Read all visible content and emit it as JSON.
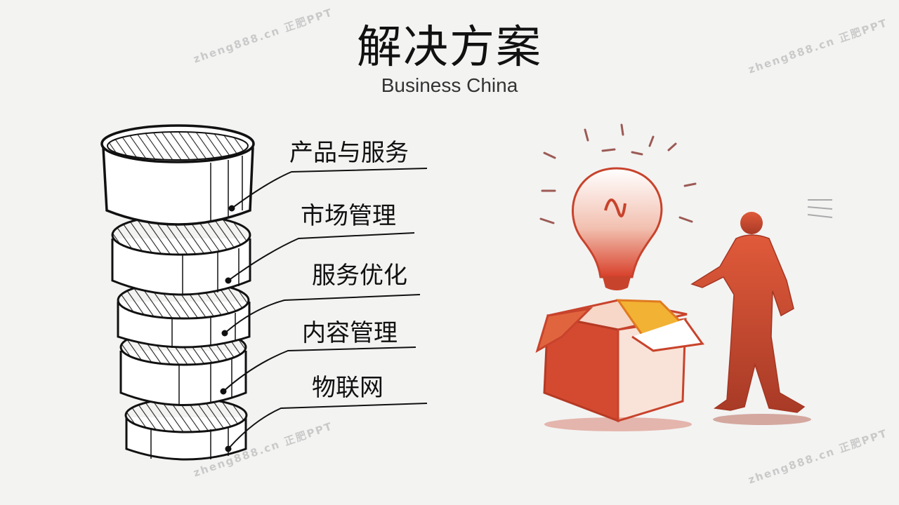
{
  "title": "解决方案",
  "subtitle": "Business China",
  "items": [
    "产品与服务",
    "市场管理",
    "服务优化",
    "内容管理",
    "物联网"
  ],
  "watermark": "zheng888.cn 正肥PPT",
  "colors": {
    "accent_red": "#c0392b",
    "accent_orange": "#e8712a",
    "accent_yellow": "#f2b233",
    "ink": "#111111"
  },
  "icons": [
    "stacked-disks-illustration",
    "lightbulb-icon",
    "open-box-icon",
    "person-figure-icon"
  ]
}
